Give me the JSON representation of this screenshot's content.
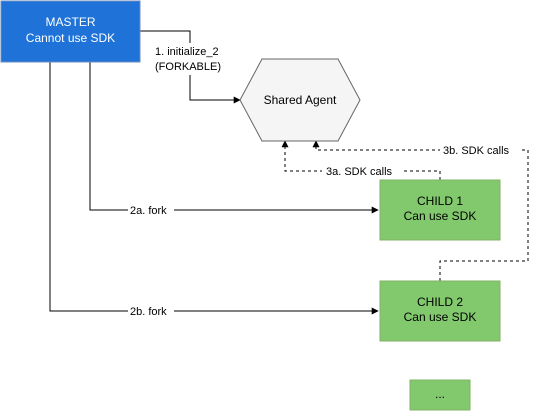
{
  "nodes": {
    "master": {
      "line1": "MASTER",
      "line2": "Cannot use SDK",
      "fill": "#1E72D8",
      "stroke": "#6C8EBF"
    },
    "shared_agent": {
      "label": "Shared Agent",
      "fill": "#F5F5F5",
      "stroke": "#666666"
    },
    "child1": {
      "line1": "CHILD 1",
      "line2": "Can use SDK",
      "fill": "#82C96E",
      "stroke": "#82B366"
    },
    "child2": {
      "line1": "CHILD 2",
      "line2": "Can use SDK",
      "fill": "#82C96E",
      "stroke": "#82B366"
    },
    "more": {
      "label": "...",
      "fill": "#82C96E",
      "stroke": "#82B366"
    }
  },
  "edges": {
    "initialize": {
      "line1": "1. initialize_2",
      "line2": "(FORKABLE)"
    },
    "fork_a": {
      "label": "2a. fork"
    },
    "fork_b": {
      "label": "2b. fork"
    },
    "sdk_a": {
      "label": "3a. SDK calls"
    },
    "sdk_b": {
      "label": "3b. SDK calls"
    }
  }
}
